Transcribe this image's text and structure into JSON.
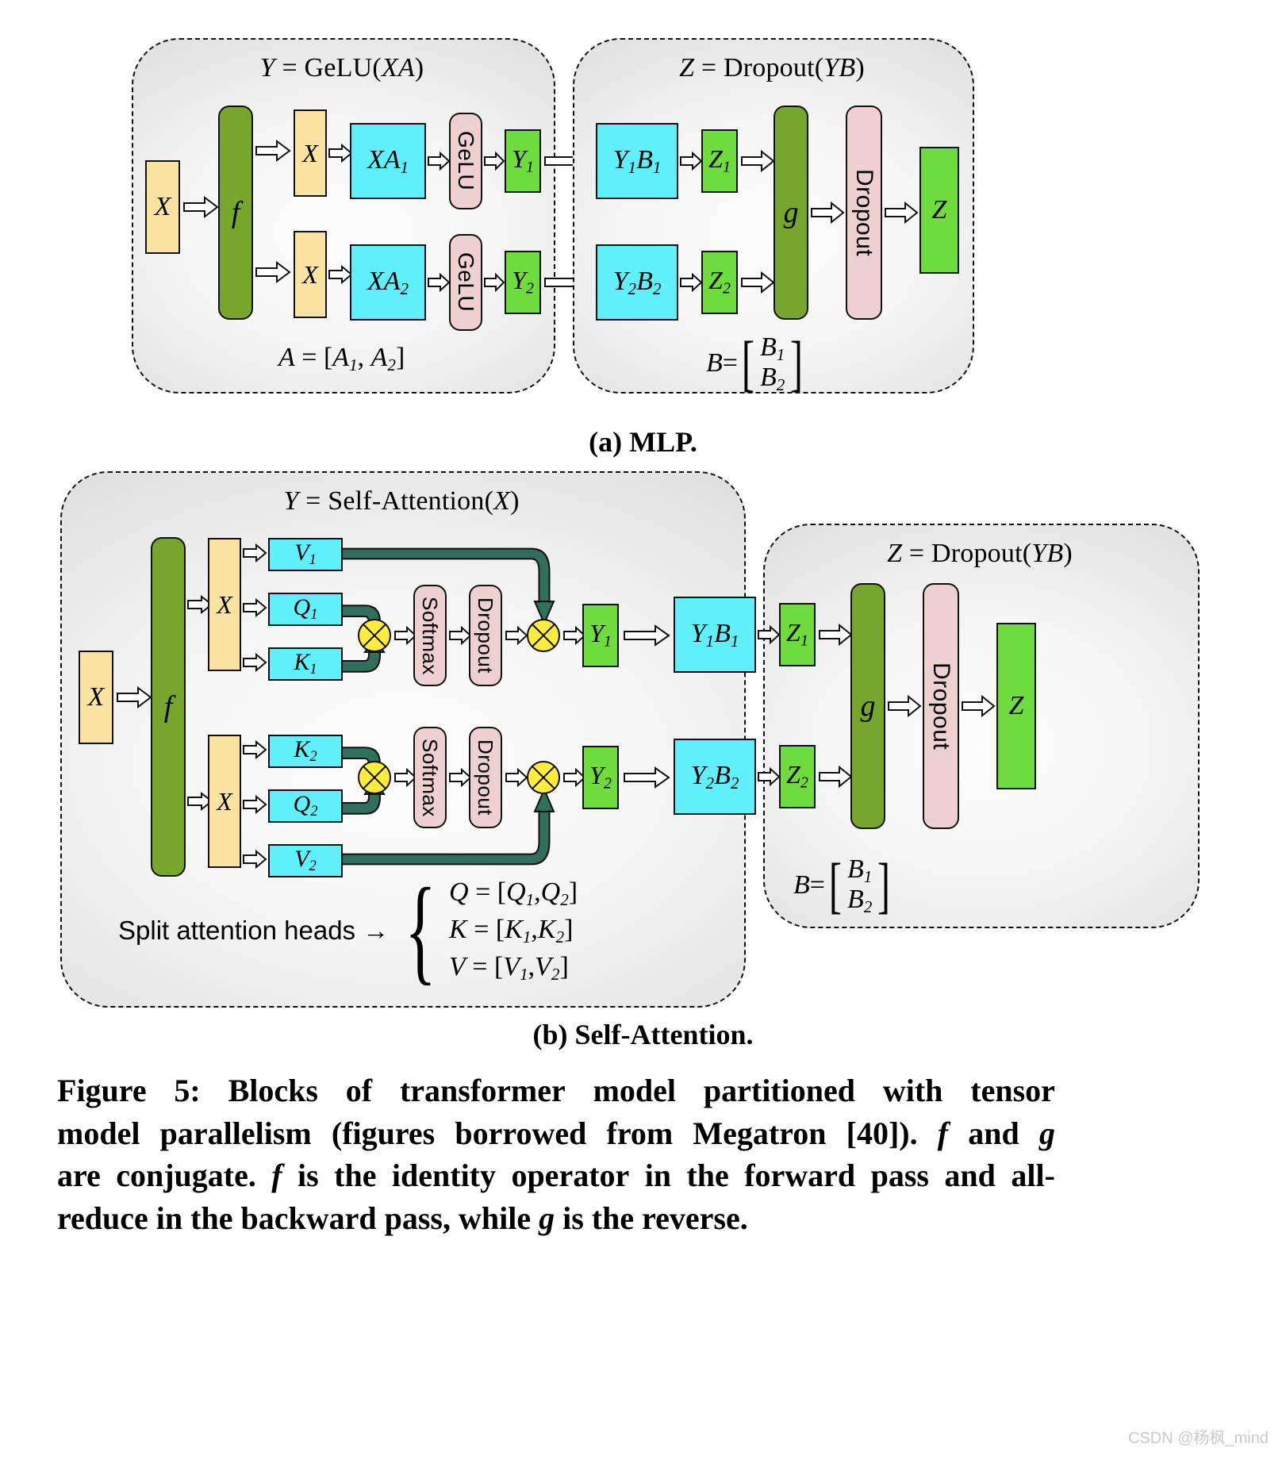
{
  "figure": {
    "caption_lines": [
      "Figure 5: Blocks of transformer model partitioned with tensor",
      "model parallelism (figures borrowed from Megatron [40]). f and g",
      "are conjugate. f is the identity operator in the forward pass and all-",
      "reduce in the backward pass, while g is the reverse."
    ],
    "watermark": "CSDN @杨枫_mind"
  },
  "mlp": {
    "subcaption": "(a) MLP.",
    "left_panel": {
      "title_y": "Y",
      "title_eq": " = GeLU(",
      "title_arg": "XA",
      "title_close": ")",
      "input_x": "X",
      "f_label": "f",
      "branch_x": "X",
      "xa1": "XA",
      "xa1_sub": "1",
      "xa2": "XA",
      "xa2_sub": "2",
      "gelu": "GeLU",
      "y1": "Y",
      "y1_sub": "1",
      "y2": "Y",
      "y2_sub": "2",
      "footer_a": "A",
      "footer_eq": " = [",
      "footer_a1": "A",
      "footer_a1_sub": "1",
      "footer_comma": ", ",
      "footer_a2": "A",
      "footer_a2_sub": "2",
      "footer_close": "]"
    },
    "right_panel": {
      "title_z": "Z",
      "title_eq": " = Dropout(",
      "title_arg": "YB",
      "title_close": ")",
      "y1b1": "Y",
      "y1b1_s1": "1",
      "y1b1_b": "B",
      "y1b1_s2": "1",
      "y2b2": "Y",
      "y2b2_s1": "2",
      "y2b2_b": "B",
      "y2b2_s2": "2",
      "z1": "Z",
      "z1_sub": "1",
      "z2": "Z",
      "z2_sub": "2",
      "g_label": "g",
      "dropout": "Dropout",
      "z": "Z",
      "footer_b": "B",
      "footer_eq": " = ",
      "footer_b1": "B",
      "footer_b1_sub": "1",
      "footer_b2": "B",
      "footer_b2_sub": "2"
    }
  },
  "attention": {
    "subcaption": "(b) Self-Attention.",
    "left_panel": {
      "title_y": "Y",
      "title_eq": " = Self-Attention(",
      "title_arg": "X",
      "title_close": ")",
      "input_x": "X",
      "f_label": "f",
      "branch_x": "X",
      "head1": {
        "v": "V",
        "v_sub": "1",
        "q": "Q",
        "q_sub": "1",
        "k": "K",
        "k_sub": "1",
        "softmax": "Softmax",
        "dropout": "Dropout",
        "y": "Y",
        "y_sub": "1"
      },
      "head2": {
        "k": "K",
        "k_sub": "2",
        "q": "Q",
        "q_sub": "2",
        "v": "V",
        "v_sub": "2",
        "softmax": "Softmax",
        "dropout": "Dropout",
        "y": "Y",
        "y_sub": "2"
      },
      "split_label": "Split attention heads →",
      "split_rows": [
        {
          "lhs": "Q",
          "rhs_open": " = [",
          "a": "Q",
          "a_sub": "1",
          "comma": ",",
          "b": "Q",
          "b_sub": "2",
          "close": "]"
        },
        {
          "lhs": "K",
          "rhs_open": " = [",
          "a": "K",
          "a_sub": "1",
          "comma": ",",
          "b": "K",
          "b_sub": "2",
          "close": "]"
        },
        {
          "lhs": "V",
          "rhs_open": " = [",
          "a": "V",
          "a_sub": "1",
          "comma": ",",
          "b": "V",
          "b_sub": "2",
          "close": "]"
        }
      ]
    },
    "right_panel": {
      "title_z": "Z",
      "title_eq": " = Dropout(",
      "title_arg": "YB",
      "title_close": ")",
      "y1b1": "Y",
      "y1b1_s1": "1",
      "y1b1_b": "B",
      "y1b1_s2": "1",
      "y2b2": "Y",
      "y2b2_s1": "2",
      "y2b2_b": "B",
      "y2b2_s2": "2",
      "z1": "Z",
      "z1_sub": "1",
      "z2": "Z",
      "z2_sub": "2",
      "g_label": "g",
      "dropout": "Dropout",
      "z": "Z",
      "footer_b": "B",
      "footer_eq": " = ",
      "footer_b1": "B",
      "footer_b1_sub": "1",
      "footer_b2": "B",
      "footer_b2_sub": "2"
    }
  },
  "colors": {
    "yellow_block": "#fae3a0",
    "green_block": "#6fdc3e",
    "cyan_block": "#5ff0fb",
    "fg_block": "#76a62b",
    "pink_block": "#eed0d0",
    "pipe_teal": "#2f6f5b",
    "mul_yellow": "#ffec3d"
  }
}
